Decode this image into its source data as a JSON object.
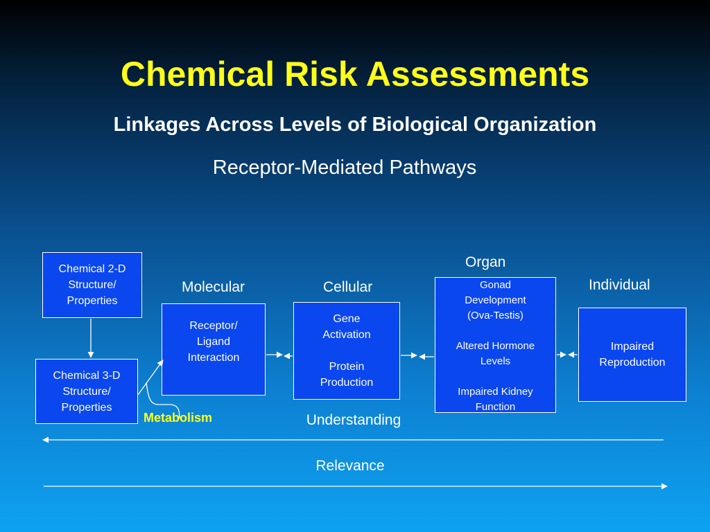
{
  "slide": {
    "title": "Chemical Risk Assessments",
    "subtitle": "Linkages Across Levels of Biological Organization",
    "pathways": "Receptor-Mediated Pathways"
  },
  "headers": {
    "molecular": "Molecular",
    "cellular": "Cellular",
    "organ": "Organ",
    "individual": "Individual"
  },
  "boxes": {
    "chem2d": "Chemical 2-D\nStructure/\nProperties",
    "chem3d": "Chemical 3-D\nStructure/\nProperties",
    "receptor": "Receptor/\nLigand\nInteraction",
    "gene": "Gene\nActivation\n\nProtein\nProduction",
    "organ": "Gonad\nDevelopment\n(Ova-Testis)\n\nAltered Hormone\nLevels\n\nImpaired Kidney\nFunction",
    "individual": "Impaired\nReproduction"
  },
  "labels": {
    "metabolism": "Metabolism",
    "understanding": "Understanding",
    "relevance": "Relevance"
  },
  "colors": {
    "title": "#ffff1a",
    "box_fill": "#0a47ef",
    "text": "#ffffff"
  }
}
